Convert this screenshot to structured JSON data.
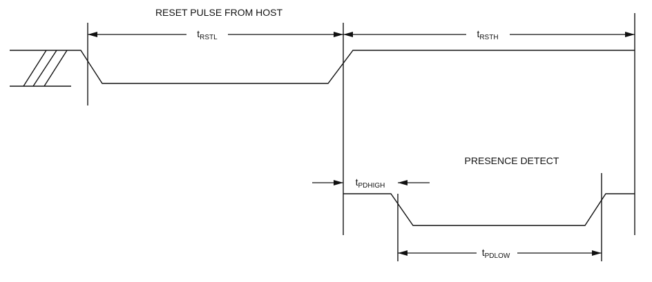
{
  "labels": {
    "reset_pulse": "RESET PULSE FROM HOST",
    "presence_detect": "PRESENCE DETECT"
  },
  "timings": {
    "rstl": {
      "main": "t",
      "sub": "RSTL"
    },
    "rsth": {
      "main": "t",
      "sub": "RSTH"
    },
    "pdhigh": {
      "main": "t",
      "sub": "PDHIGH"
    },
    "pdlow": {
      "main": "t",
      "sub": "PDLOW"
    }
  },
  "colors": {
    "ink": "#111111",
    "background": "#ffffff"
  }
}
